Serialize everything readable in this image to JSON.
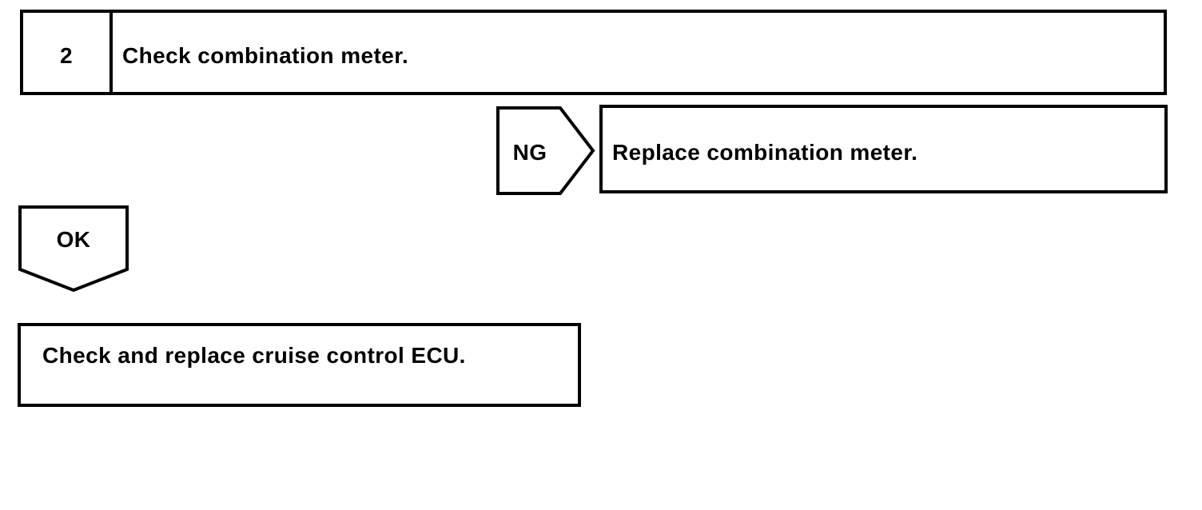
{
  "page": {
    "background_color": "#ffffff",
    "line_color": "#000000"
  },
  "flowchart": {
    "step": {
      "number": "2",
      "title": "Check combination meter."
    },
    "ng_branch": {
      "label": "NG",
      "action": "Replace combination meter."
    },
    "ok_branch": {
      "label": "OK",
      "action": "Check and replace cruise control ECU."
    }
  }
}
